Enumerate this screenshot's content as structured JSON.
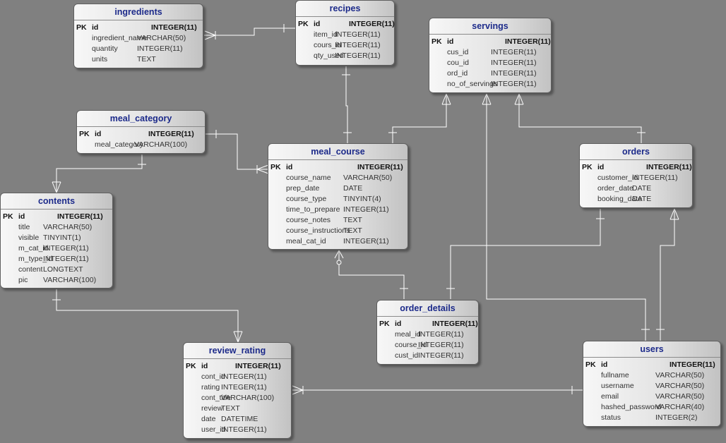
{
  "entities": [
    {
      "id": "ingredients",
      "title": "ingredients",
      "columns": [
        {
          "key": "PK",
          "name": "id",
          "type": "INTEGER(11)"
        },
        {
          "key": "",
          "name": "ingredient_name",
          "type": "VARCHAR(50)"
        },
        {
          "key": "",
          "name": "quantity",
          "type": "INTEGER(11)"
        },
        {
          "key": "",
          "name": "units",
          "type": "TEXT"
        }
      ]
    },
    {
      "id": "recipes",
      "title": "recipes",
      "columns": [
        {
          "key": "PK",
          "name": "id",
          "type": "INTEGER(11)"
        },
        {
          "key": "",
          "name": "item_id",
          "type": "INTEGER(11)"
        },
        {
          "key": "",
          "name": "cours_id",
          "type": "INTEGER(11)"
        },
        {
          "key": "",
          "name": "qty_used",
          "type": "INTEGER(11)"
        }
      ]
    },
    {
      "id": "servings",
      "title": "servings",
      "columns": [
        {
          "key": "PK",
          "name": "id",
          "type": "INTEGER(11)"
        },
        {
          "key": "",
          "name": "cus_id",
          "type": "INTEGER(11)"
        },
        {
          "key": "",
          "name": "cou_id",
          "type": "INTEGER(11)"
        },
        {
          "key": "",
          "name": "ord_id",
          "type": "INTEGER(11)"
        },
        {
          "key": "",
          "name": "no_of_servings",
          "type": "INTEGER(11)"
        }
      ]
    },
    {
      "id": "meal_category",
      "title": "meal_category",
      "columns": [
        {
          "key": "PK",
          "name": "id",
          "type": "INTEGER(11)"
        },
        {
          "key": "",
          "name": "meal_category",
          "type": "VARCHAR(100)"
        }
      ]
    },
    {
      "id": "meal_course",
      "title": "meal_course",
      "columns": [
        {
          "key": "PK",
          "name": "id",
          "type": "INTEGER(11)"
        },
        {
          "key": "",
          "name": "course_name",
          "type": "VARCHAR(50)"
        },
        {
          "key": "",
          "name": "prep_date",
          "type": "DATE"
        },
        {
          "key": "",
          "name": "course_type",
          "type": "TINYINT(4)"
        },
        {
          "key": "",
          "name": "time_to_prepare",
          "type": "INTEGER(11)"
        },
        {
          "key": "",
          "name": "course_notes",
          "type": "TEXT"
        },
        {
          "key": "",
          "name": "course_instructions",
          "type": "TEXT"
        },
        {
          "key": "",
          "name": "meal_cat_id",
          "type": "INTEGER(11)"
        }
      ]
    },
    {
      "id": "orders",
      "title": "orders",
      "columns": [
        {
          "key": "PK",
          "name": "id",
          "type": "INTEGER(11)"
        },
        {
          "key": "",
          "name": "customer_id",
          "type": "INTEGER(11)"
        },
        {
          "key": "",
          "name": "order_date",
          "type": "DATE"
        },
        {
          "key": "",
          "name": "booking_date",
          "type": "DATE"
        }
      ]
    },
    {
      "id": "contents",
      "title": "contents",
      "columns": [
        {
          "key": "PK",
          "name": "id",
          "type": "INTEGER(11)"
        },
        {
          "key": "",
          "name": "title",
          "type": "VARCHAR(50)"
        },
        {
          "key": "",
          "name": "visible",
          "type": "TINYINT(1)"
        },
        {
          "key": "",
          "name": "m_cat_id",
          "type": "INTEGER(11)"
        },
        {
          "key": "",
          "name": "m_type_id",
          "type": "INTEGER(11)"
        },
        {
          "key": "",
          "name": "content",
          "type": "LONGTEXT"
        },
        {
          "key": "",
          "name": "pic",
          "type": "VARCHAR(100)"
        }
      ]
    },
    {
      "id": "order_details",
      "title": "order_details",
      "columns": [
        {
          "key": "PK",
          "name": "id",
          "type": "INTEGER(11)"
        },
        {
          "key": "",
          "name": "meal_id",
          "type": "INTEGER(11)"
        },
        {
          "key": "",
          "name": "course_id",
          "type": "INTEGER(11)"
        },
        {
          "key": "",
          "name": "cust_id",
          "type": "INTEGER(11)"
        }
      ]
    },
    {
      "id": "review_rating",
      "title": "review_rating",
      "columns": [
        {
          "key": "PK",
          "name": "id",
          "type": "INTEGER(11)"
        },
        {
          "key": "",
          "name": "cont_id",
          "type": "INTEGER(11)"
        },
        {
          "key": "",
          "name": "rating",
          "type": "INTEGER(11)"
        },
        {
          "key": "",
          "name": "cont_title",
          "type": "VARCHAR(100)"
        },
        {
          "key": "",
          "name": "review",
          "type": "TEXT"
        },
        {
          "key": "",
          "name": "date",
          "type": "DATETIME"
        },
        {
          "key": "",
          "name": "user_id",
          "type": "INTEGER(11)"
        }
      ]
    },
    {
      "id": "users",
      "title": "users",
      "columns": [
        {
          "key": "PK",
          "name": "id",
          "type": "INTEGER(11)"
        },
        {
          "key": "",
          "name": "fullname",
          "type": "VARCHAR(50)"
        },
        {
          "key": "",
          "name": "username",
          "type": "VARCHAR(50)"
        },
        {
          "key": "",
          "name": "email",
          "type": "VARCHAR(50)"
        },
        {
          "key": "",
          "name": "hashed_password",
          "type": "VARCHAR(40)"
        },
        {
          "key": "",
          "name": "status",
          "type": "INTEGER(2)"
        }
      ]
    }
  ],
  "relationships": [
    {
      "from": "ingredients",
      "to": "recipes",
      "from_end": "many",
      "to_end": "one"
    },
    {
      "from": "recipes",
      "to": "meal_course",
      "from_end": "one",
      "to_end": "one"
    },
    {
      "from": "servings",
      "to": "meal_course",
      "from_end": "many",
      "to_end": "one"
    },
    {
      "from": "servings",
      "to": "orders",
      "from_end": "many",
      "to_end": "one"
    },
    {
      "from": "servings",
      "to": "users",
      "from_end": "many",
      "to_end": "one"
    },
    {
      "from": "meal_category",
      "to": "meal_course",
      "from_end": "one",
      "to_end": "many"
    },
    {
      "from": "meal_category",
      "to": "contents",
      "from_end": "one",
      "to_end": "many"
    },
    {
      "from": "meal_course",
      "to": "order_details",
      "from_end": "zero-or-many",
      "to_end": "one"
    },
    {
      "from": "orders",
      "to": "order_details",
      "from_end": "one",
      "to_end": "one"
    },
    {
      "from": "orders",
      "to": "users",
      "from_end": "many",
      "to_end": "one"
    },
    {
      "from": "contents",
      "to": "review_rating",
      "from_end": "one",
      "to_end": "many"
    },
    {
      "from": "review_rating",
      "to": "users",
      "from_end": "many",
      "to_end": "one"
    }
  ]
}
